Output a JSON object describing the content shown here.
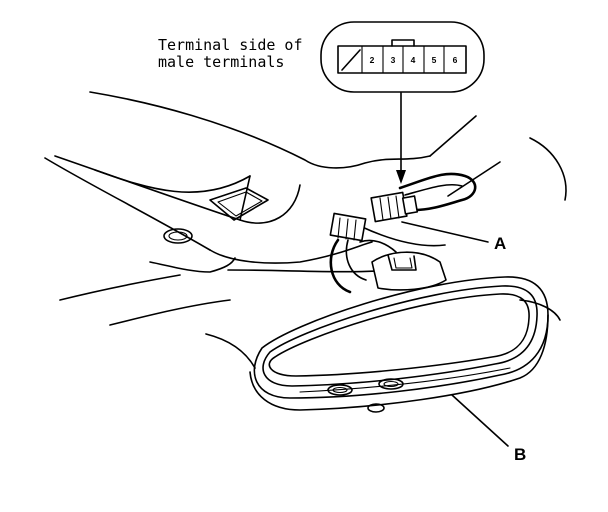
{
  "diagram": {
    "caption": {
      "line1": "Terminal side of",
      "line2": "male terminals"
    },
    "connector": {
      "pins": [
        "2",
        "3",
        "4",
        "5",
        "6"
      ]
    },
    "callouts": {
      "a": "A",
      "b": "B"
    }
  }
}
